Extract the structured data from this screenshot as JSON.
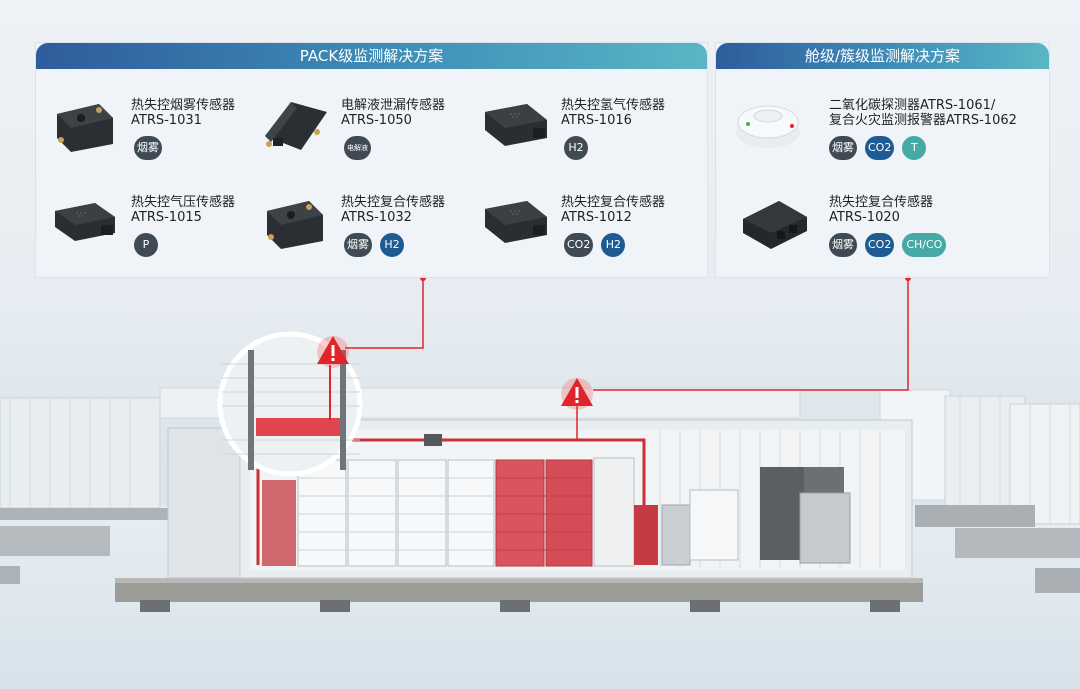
{
  "pack_panel": {
    "title": "PACK级监测解决方案",
    "sensors": [
      {
        "name": "热失控烟雾传感器",
        "model": "ATRS-1031",
        "tags": [
          "烟雾"
        ]
      },
      {
        "name": "电解液泄漏传感器",
        "model": "ATRS-1050",
        "tags": [
          "电解液"
        ]
      },
      {
        "name": "热失控氢气传感器",
        "model": "ATRS-1016",
        "tags": [
          "H2"
        ]
      },
      {
        "name": "热失控气压传感器",
        "model": "ATRS-1015",
        "tags": [
          "P"
        ]
      },
      {
        "name": "热失控复合传感器",
        "model": "ATRS-1032",
        "tags": [
          "烟雾",
          "H2"
        ]
      },
      {
        "name": "热失控复合传感器",
        "model": "ATRS-1012",
        "tags": [
          "CO2",
          "H2"
        ]
      }
    ]
  },
  "cabin_panel": {
    "title": "舱级/簇级监测解决方案",
    "sensors": [
      {
        "name": "二氧化碳探测器ATRS-1061/",
        "model": "复合火灾监测报警器ATRS-1062",
        "tags": [
          "烟雾",
          "CO2",
          "T"
        ]
      },
      {
        "name": "热失控复合传感器",
        "model": "ATRS-1020",
        "tags": [
          "烟雾",
          "CO2",
          "CH/CO"
        ]
      }
    ]
  },
  "colors": {
    "header_start": "#2f5c9c",
    "header_end": "#5ab6c5",
    "alert_red": "#e0242b",
    "tag_dark": "#3f4a54",
    "tag_blue": "#1f5b93",
    "tag_teal": "#45a9a6"
  },
  "icons": {
    "warning": "warning-triangle-icon"
  }
}
